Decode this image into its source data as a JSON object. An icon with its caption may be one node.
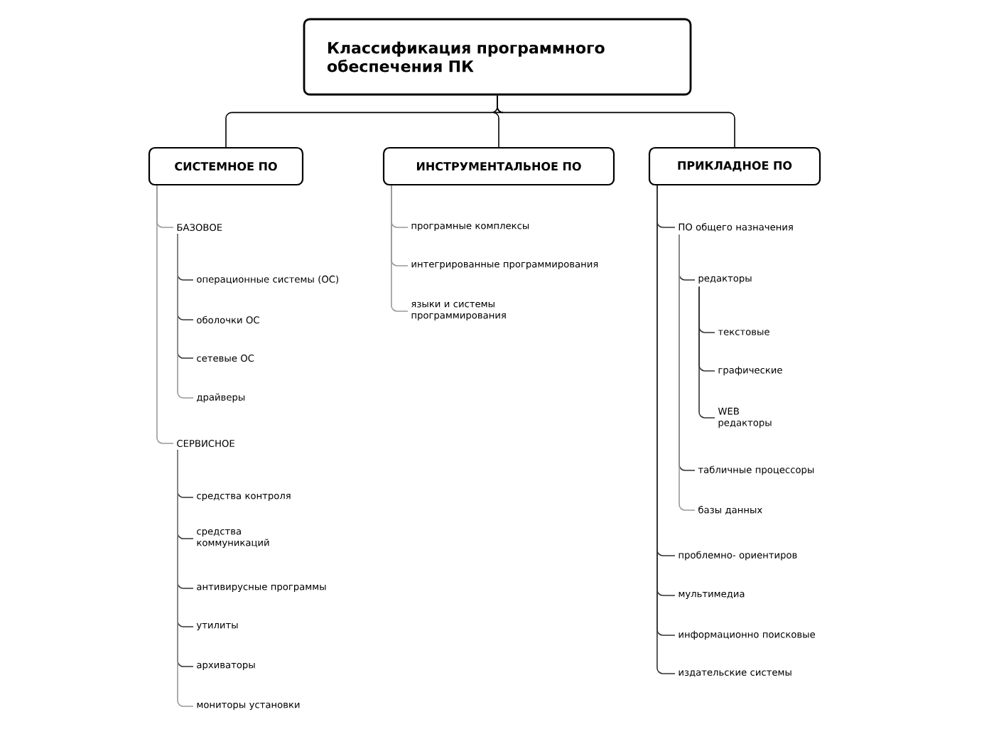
{
  "diagram": {
    "nodes": [
      {
        "text": [
          "Классификация программного обеспечения ПК"
        ]
      },
      {
        "text": [
          "СИСТЕМНОЕ ПО"
        ]
      },
      {
        "text": [
          "ИНСТРУМЕНТАЛЬНОЕ ПО"
        ]
      },
      {
        "text": [
          "ПРИКЛАДНОЕ ПО"
        ]
      },
      {
        "text": [
          "БАЗОВОЕ"
        ]
      },
      {
        "text": [
          "операционные системы (ОС)"
        ]
      },
      {
        "text": [
          "оболочки ОС"
        ]
      },
      {
        "text": [
          "сетевые ОС"
        ]
      },
      {
        "text": [
          "драйверы"
        ]
      },
      {
        "text": [
          "СЕРВИСНОЕ"
        ]
      },
      {
        "text": [
          "средства контроля"
        ]
      },
      {
        "text": [
          "средства коммуникаций"
        ]
      },
      {
        "text": [
          "антивирусные программы"
        ]
      },
      {
        "text": [
          "утилиты"
        ]
      },
      {
        "text": [
          "архиваторы"
        ]
      },
      {
        "text": [
          "мониторы установки"
        ]
      },
      {
        "text": [
          "програмные комплексы"
        ]
      },
      {
        "text": [
          "интегрированные программирования"
        ]
      },
      {
        "text": [
          "языки и системы программирования"
        ]
      },
      {
        "text": [
          "ПО общего назначения"
        ]
      },
      {
        "text": [
          "редакторы"
        ]
      },
      {
        "text": [
          "текстовые"
        ]
      },
      {
        "text": [
          "графические"
        ]
      },
      {
        "text": [
          "WEB редакторы"
        ]
      },
      {
        "text": [
          "табличные процессоры"
        ]
      },
      {
        "text": [
          "базы данных"
        ]
      },
      {
        "text": [
          "проблемно- ориентиров"
        ]
      },
      {
        "text": [
          "мультимедиа"
        ]
      },
      {
        "text": [
          "информационно поисковые"
        ]
      },
      {
        "text": [
          "издательские системы"
        ]
      }
    ],
    "edges": [
      {
        "from": 0,
        "to": 1,
        "arrow": "none",
        "color": "#000000"
      },
      {
        "from": 0,
        "to": 2,
        "arrow": "none",
        "color": "#000000"
      },
      {
        "from": 0,
        "to": 3,
        "arrow": "none",
        "color": "#000000"
      },
      {
        "from": 1,
        "to": 4,
        "arrow": "none",
        "color": "#999999"
      },
      {
        "from": 4,
        "to": 5,
        "arrow": "none"
      },
      {
        "from": 4,
        "to": 6,
        "arrow": "none"
      },
      {
        "from": 4,
        "to": 7,
        "arrow": "none"
      },
      {
        "from": 4,
        "to": 8,
        "arrow": "none",
        "color": "#999999"
      },
      {
        "from": 1,
        "to": 9,
        "arrow": "none",
        "color": "#999999"
      },
      {
        "from": 9,
        "to": 10,
        "arrow": "none"
      },
      {
        "from": 9,
        "to": 11,
        "arrow": "none"
      },
      {
        "from": 9,
        "to": 12,
        "arrow": "none"
      },
      {
        "from": 9,
        "to": 13,
        "arrow": "none"
      },
      {
        "from": 9,
        "to": 14,
        "arrow": "none"
      },
      {
        "from": 9,
        "to": 15,
        "arrow": "none",
        "color": "#999999"
      },
      {
        "from": 2,
        "to": 16,
        "arrow": "none",
        "color": "#999999"
      },
      {
        "from": 2,
        "to": 17,
        "arrow": "none",
        "color": "#999999"
      },
      {
        "from": 2,
        "to": 18,
        "arrow": "none",
        "color": "#999999"
      },
      {
        "from": 3,
        "to": 19,
        "arrow": "none"
      },
      {
        "from": 19,
        "to": 20,
        "arrow": "none"
      },
      {
        "from": 20,
        "to": 21,
        "arrow": "none"
      },
      {
        "from": 20,
        "to": 22,
        "arrow": "none"
      },
      {
        "from": 20,
        "to": 23,
        "arrow": "none"
      },
      {
        "from": 19,
        "to": 24,
        "arrow": "none"
      },
      {
        "from": 19,
        "to": 25,
        "arrow": "none",
        "color": "#999999"
      },
      {
        "from": 3,
        "to": 26,
        "arrow": "none"
      },
      {
        "from": 3,
        "to": 27,
        "arrow": "none"
      },
      {
        "from": 3,
        "to": 28,
        "arrow": "none"
      },
      {
        "from": 3,
        "to": 29,
        "arrow": "none"
      }
    ]
  }
}
